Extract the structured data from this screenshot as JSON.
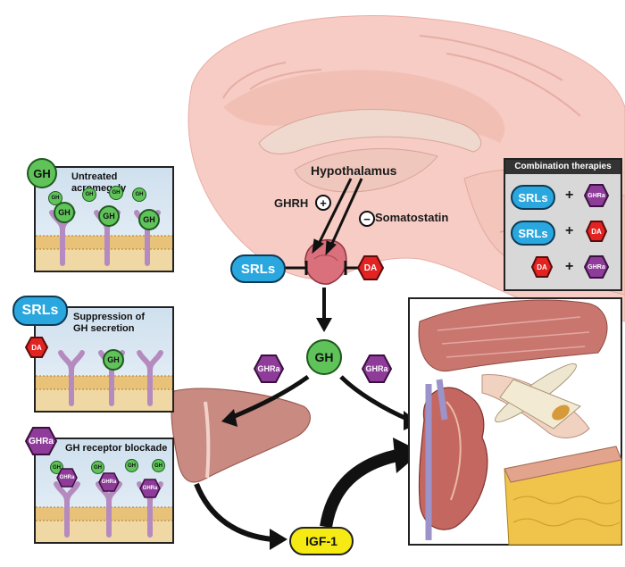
{
  "colors": {
    "gh_green": "#5fc35a",
    "srl_blue": "#2aa7df",
    "da_red": "#e32222",
    "ghra_purple": "#8e3b9a",
    "igf_yellow": "#f5ea14",
    "panel_bg": "#d6e4f0",
    "receptor": "#b58bbf",
    "membrane": "#e9c27a"
  },
  "labels": {
    "hypothalamus": "Hypothalamus",
    "ghrh": "GHRH",
    "somatostatin": "Somatostatin",
    "srls": "SRLs",
    "da": "DA",
    "gh": "GH",
    "ghra": "GHRa",
    "igf1": "IGF-1",
    "plus": "+",
    "minus": "−"
  },
  "panels": {
    "untreated": {
      "title": "Untreated acromegaly",
      "badge": "GH"
    },
    "suppression": {
      "title_line1": "Suppression of",
      "title_line2": "GH secretion",
      "badge": "SRLs",
      "sub_badge": "DA"
    },
    "blockade": {
      "title": "GH receptor blockade",
      "badge": "GHRa"
    }
  },
  "combination": {
    "title": "Combination therapies",
    "rows": [
      {
        "left": "SRLs",
        "plus": "+",
        "right": "GHRa"
      },
      {
        "left": "SRLs",
        "plus": "+",
        "right": "DA"
      },
      {
        "left": "DA",
        "plus": "+",
        "right": "GHRa"
      }
    ]
  }
}
